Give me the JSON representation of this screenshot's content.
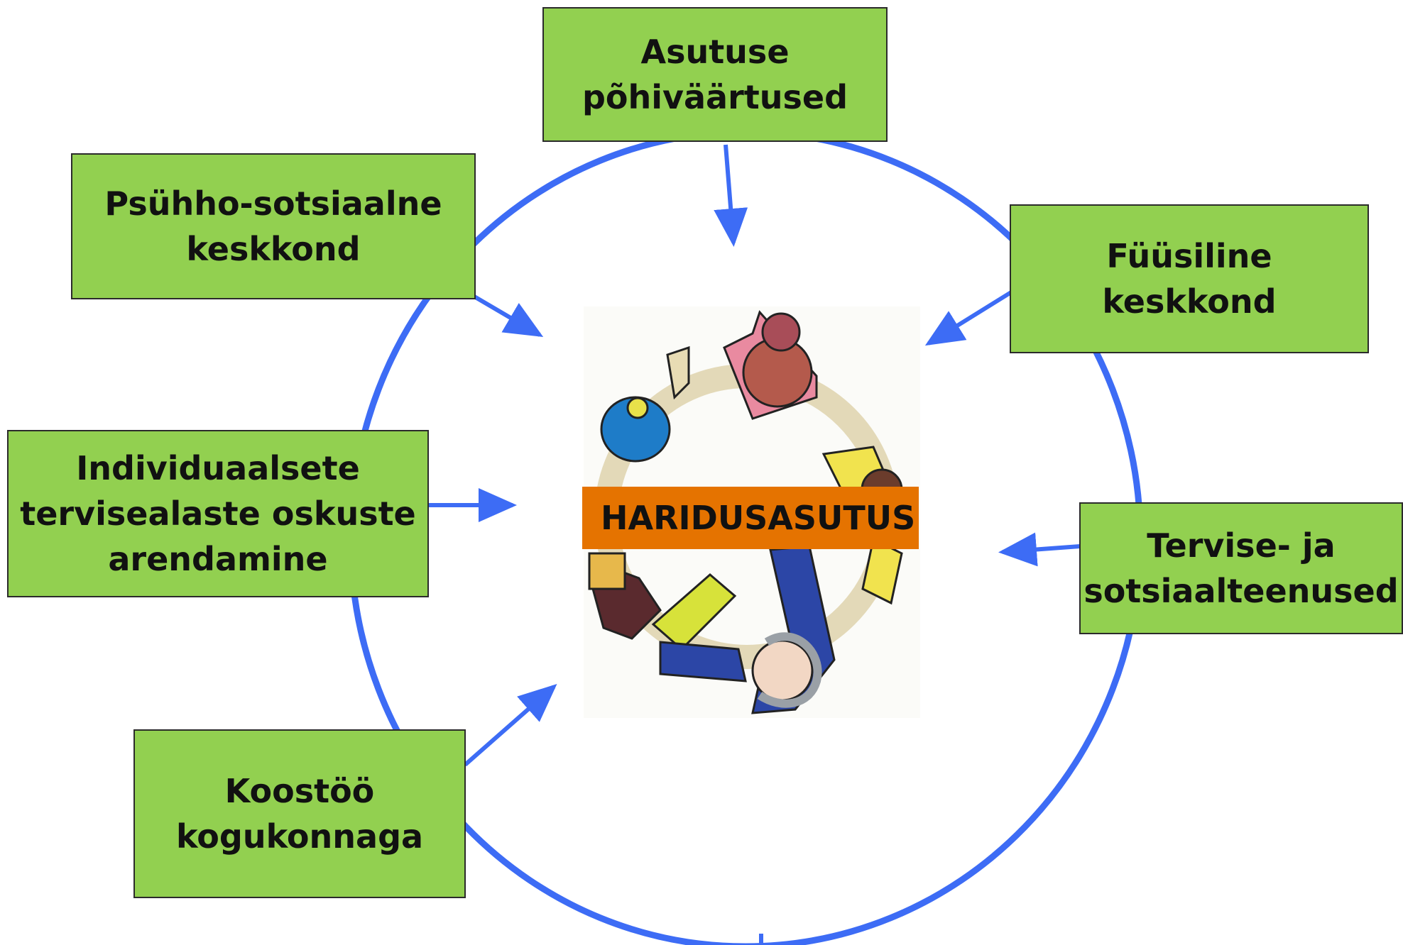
{
  "colors": {
    "box_fill": "#92d050",
    "circle_stroke": "#3d6cf5",
    "center_label_fill": "#e57300"
  },
  "center": {
    "label": "HARIDUSASUTUS",
    "illustration": "children-holding-hands-circle"
  },
  "boxes": [
    {
      "id": "top",
      "text": "Asutuse\npõhiväärtused"
    },
    {
      "id": "upper-left",
      "text": "Psühho-sotsiaalne\nkeskkond"
    },
    {
      "id": "upper-right",
      "text": "Füüsiline\nkeskkond"
    },
    {
      "id": "middle-left",
      "text": "Individuaalsete\ntervisealaste oskuste\narendamine"
    },
    {
      "id": "middle-right",
      "text": "Tervise- ja\nsotsiaalteenused"
    },
    {
      "id": "lower-left",
      "text": "Koostöö\nkogukonnaga"
    }
  ]
}
